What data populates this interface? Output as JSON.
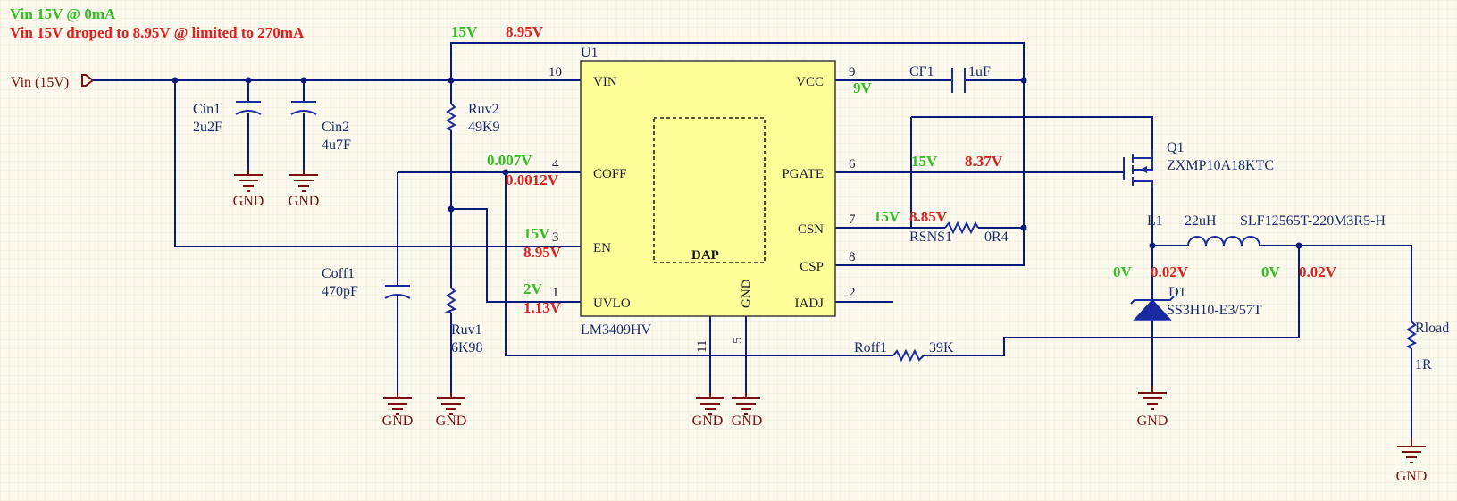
{
  "notes": {
    "line1": "Vin 15V @ 0mA",
    "line2": "Vin 15V droped to 8.95V @ limited to 270mA"
  },
  "colors": {
    "green": "#2fbf1f",
    "red": "#e01e1e",
    "wire": "#0a1a7a",
    "ground": "#7a1010",
    "ic_fill": "#ffff99"
  },
  "port": {
    "label": "Vin (15V)"
  },
  "ic": {
    "ref": "U1",
    "part": "LM3409HV",
    "dap": "DAP",
    "pins": [
      {
        "num": "10",
        "name": "VIN"
      },
      {
        "num": "4",
        "name": "COFF"
      },
      {
        "num": "3",
        "name": "EN"
      },
      {
        "num": "1",
        "name": "UVLO"
      },
      {
        "num": "9",
        "name": "VCC"
      },
      {
        "num": "6",
        "name": "PGATE"
      },
      {
        "num": "7",
        "name": "CSN"
      },
      {
        "num": "8",
        "name": "CSP"
      },
      {
        "num": "2",
        "name": "IADJ"
      },
      {
        "num": "11",
        "name": ""
      },
      {
        "num": "5",
        "name": "GND"
      }
    ]
  },
  "components": {
    "cin1": {
      "ref": "Cin1",
      "value": "2u2F"
    },
    "cin2": {
      "ref": "Cin2",
      "value": "4u7F"
    },
    "ruv2": {
      "ref": "Ruv2",
      "value": "49K9"
    },
    "ruv1": {
      "ref": "Ruv1",
      "value": "6K98"
    },
    "coff1": {
      "ref": "Coff1",
      "value": "470pF"
    },
    "cf1": {
      "ref": "CF1",
      "value": "1uF"
    },
    "rsns1": {
      "ref": "RSNS1",
      "value": "0R4"
    },
    "q1": {
      "ref": "Q1",
      "value": "ZXMP10A18KTC"
    },
    "l1": {
      "ref": "L1",
      "value": "22uH",
      "part": "SLF12565T-220M3R5-H"
    },
    "d1": {
      "ref": "D1",
      "value": "SS3H10-E3/57T"
    },
    "roff1": {
      "ref": "Roff1",
      "value": "39K"
    },
    "rload": {
      "ref": "Rload",
      "value": "1R"
    }
  },
  "gnd_label": "GND",
  "measurements": {
    "vin_top": {
      "a": "15V",
      "b": "8.95V"
    },
    "coff": {
      "a": "0.007V",
      "b": "0.0012V"
    },
    "en": {
      "a": "15V",
      "b": "8.95V"
    },
    "uvlo": {
      "a": "2V",
      "b": "1.13V"
    },
    "vcc": {
      "a": "9V"
    },
    "pgate": {
      "a": "15V",
      "b": "8.37V"
    },
    "csn": {
      "a": "15V",
      "b": "8.85V"
    },
    "sw": {
      "a": "0V",
      "b": "0.02V"
    },
    "out": {
      "a": "0V",
      "b": "0.02V"
    }
  }
}
